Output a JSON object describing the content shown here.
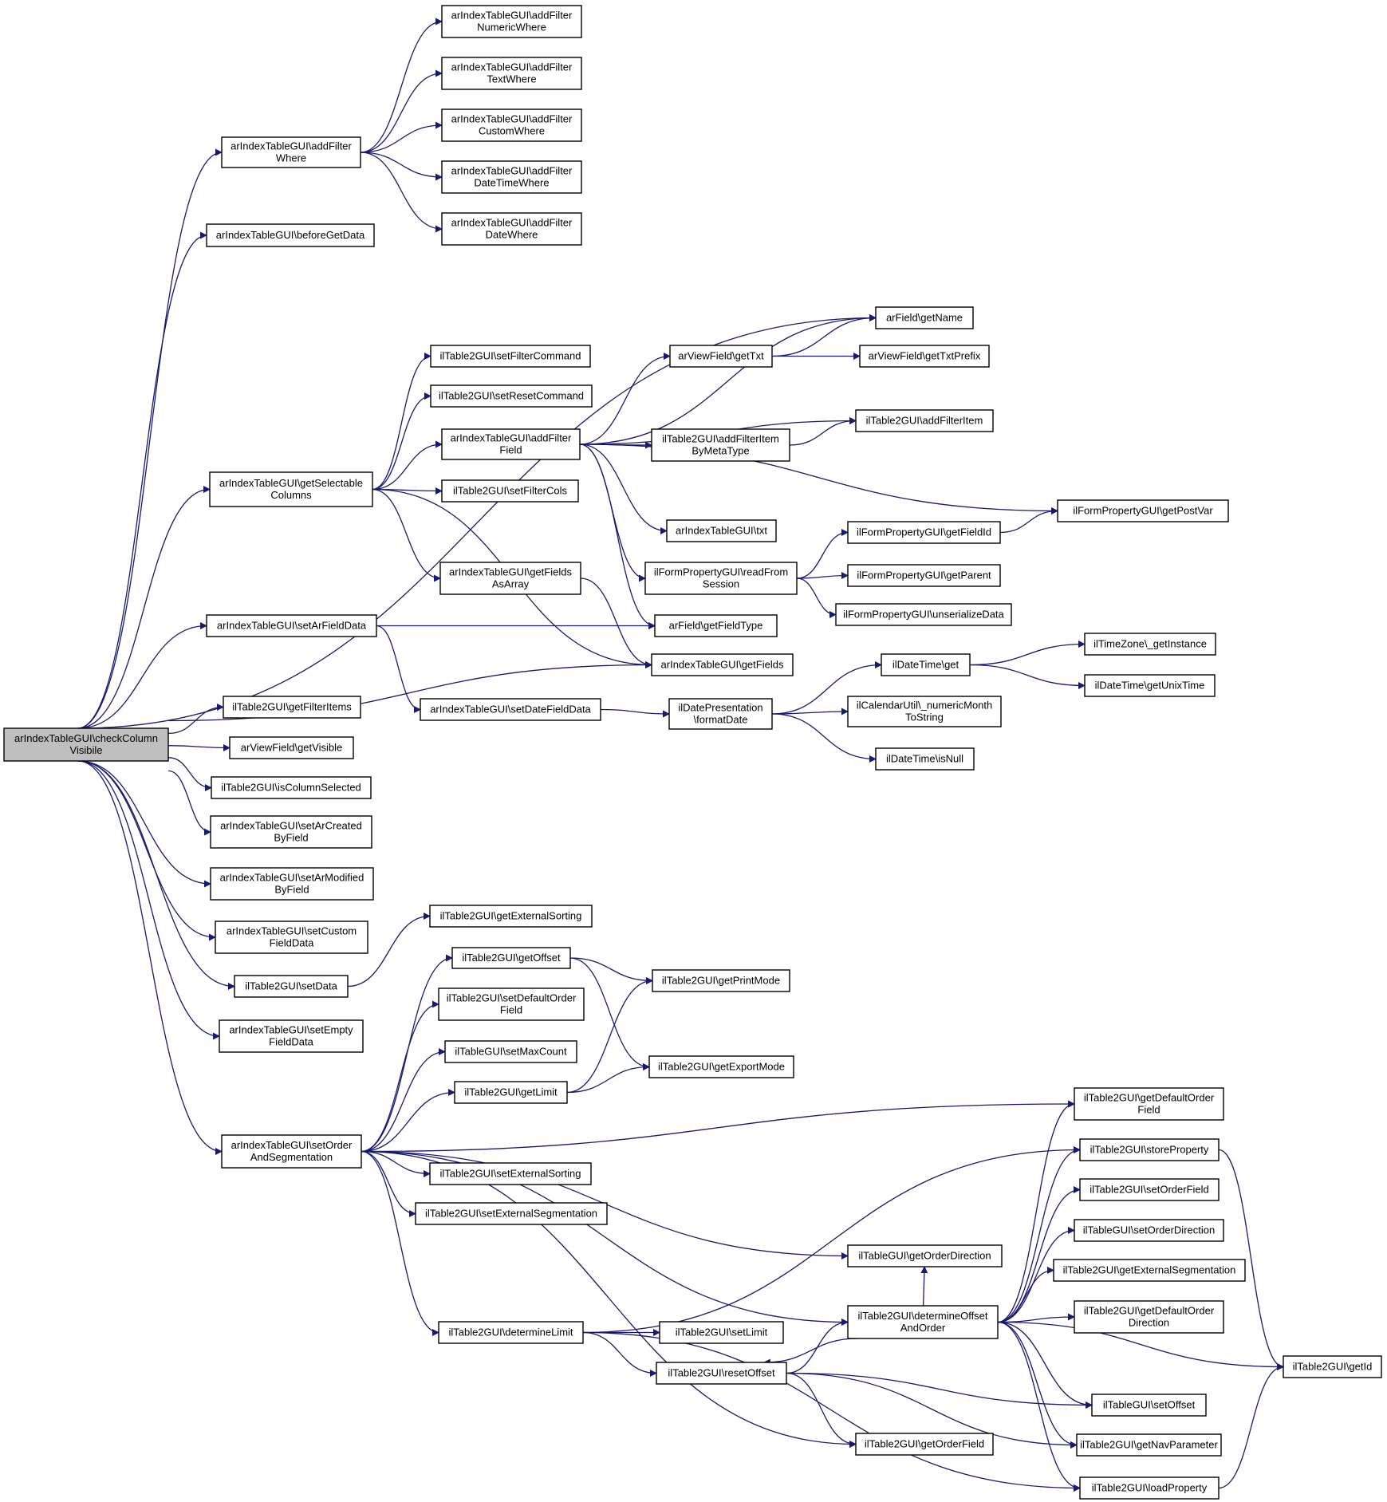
{
  "nodes": [
    {
      "id": "root",
      "lines": [
        "arIndexTableGUI\\checkColumn",
        "Visibile"
      ],
      "root": true
    },
    {
      "id": "addFilterWhere",
      "lines": [
        "arIndexTableGUI\\addFilter",
        "Where"
      ]
    },
    {
      "id": "beforeGetData",
      "lines": [
        "arIndexTableGUI\\beforeGetData"
      ]
    },
    {
      "id": "getSelectableColumns",
      "lines": [
        "arIndexTableGUI\\getSelectable",
        "Columns"
      ]
    },
    {
      "id": "setArFieldData",
      "lines": [
        "arIndexTableGUI\\setArFieldData"
      ]
    },
    {
      "id": "getFilterItems",
      "lines": [
        "ilTable2GUI\\getFilterItems"
      ]
    },
    {
      "id": "getVisible",
      "lines": [
        "arViewField\\getVisible"
      ]
    },
    {
      "id": "isColumnSelected",
      "lines": [
        "ilTable2GUI\\isColumnSelected"
      ]
    },
    {
      "id": "setArCreatedByField",
      "lines": [
        "arIndexTableGUI\\setArCreated",
        "ByField"
      ]
    },
    {
      "id": "setArModifiedByField",
      "lines": [
        "arIndexTableGUI\\setArModified",
        "ByField"
      ]
    },
    {
      "id": "setCustomFieldData",
      "lines": [
        "arIndexTableGUI\\setCustom",
        "FieldData"
      ]
    },
    {
      "id": "setData",
      "lines": [
        "ilTable2GUI\\setData"
      ]
    },
    {
      "id": "setEmptyFieldData",
      "lines": [
        "arIndexTableGUI\\setEmpty",
        "FieldData"
      ]
    },
    {
      "id": "setOrderAndSegmentation",
      "lines": [
        "arIndexTableGUI\\setOrder",
        "AndSegmentation"
      ]
    },
    {
      "id": "addFilterNumericWhere",
      "lines": [
        "arIndexTableGUI\\addFilter",
        "NumericWhere"
      ]
    },
    {
      "id": "addFilterTextWhere",
      "lines": [
        "arIndexTableGUI\\addFilter",
        "TextWhere"
      ]
    },
    {
      "id": "addFilterCustomWhere",
      "lines": [
        "arIndexTableGUI\\addFilter",
        "CustomWhere"
      ]
    },
    {
      "id": "addFilterDateTimeWhere",
      "lines": [
        "arIndexTableGUI\\addFilter",
        "DateTimeWhere"
      ]
    },
    {
      "id": "addFilterDateWhere",
      "lines": [
        "arIndexTableGUI\\addFilter",
        "DateWhere"
      ]
    },
    {
      "id": "setFilterCommand",
      "lines": [
        "ilTable2GUI\\setFilterCommand"
      ]
    },
    {
      "id": "setResetCommand",
      "lines": [
        "ilTable2GUI\\setResetCommand"
      ]
    },
    {
      "id": "addFilterField",
      "lines": [
        "arIndexTableGUI\\addFilter",
        "Field"
      ]
    },
    {
      "id": "setFilterCols",
      "lines": [
        "ilTable2GUI\\setFilterCols"
      ]
    },
    {
      "id": "getFieldsAsArray",
      "lines": [
        "arIndexTableGUI\\getFields",
        "AsArray"
      ]
    },
    {
      "id": "setDateFieldData",
      "lines": [
        "arIndexTableGUI\\setDateFieldData"
      ]
    },
    {
      "id": "getExternalSorting",
      "lines": [
        "ilTable2GUI\\getExternalSorting"
      ]
    },
    {
      "id": "getOffset",
      "lines": [
        "ilTable2GUI\\getOffset"
      ]
    },
    {
      "id": "setDefaultOrderField",
      "lines": [
        "ilTable2GUI\\setDefaultOrder",
        "Field"
      ]
    },
    {
      "id": "setMaxCount",
      "lines": [
        "ilTableGUI\\setMaxCount"
      ]
    },
    {
      "id": "getLimit",
      "lines": [
        "ilTable2GUI\\getLimit"
      ]
    },
    {
      "id": "setExternalSorting",
      "lines": [
        "ilTable2GUI\\setExternalSorting"
      ]
    },
    {
      "id": "setExternalSegmentation",
      "lines": [
        "ilTable2GUI\\setExternalSegmentation"
      ]
    },
    {
      "id": "determineLimit",
      "lines": [
        "ilTable2GUI\\determineLimit"
      ]
    },
    {
      "id": "getName",
      "lines": [
        "arField\\getName"
      ]
    },
    {
      "id": "getTxt",
      "lines": [
        "arViewField\\getTxt"
      ]
    },
    {
      "id": "addFilterItemByMetaType",
      "lines": [
        "ilTable2GUI\\addFilterItem",
        "ByMetaType"
      ]
    },
    {
      "id": "txt",
      "lines": [
        "arIndexTableGUI\\txt"
      ]
    },
    {
      "id": "readFromSession",
      "lines": [
        "ilFormPropertyGUI\\readFrom",
        "Session"
      ]
    },
    {
      "id": "getFieldType",
      "lines": [
        "arField\\getFieldType"
      ]
    },
    {
      "id": "getFields",
      "lines": [
        "arIndexTableGUI\\getFields"
      ]
    },
    {
      "id": "formatDate",
      "lines": [
        "ilDatePresentation",
        "\\formatDate"
      ]
    },
    {
      "id": "getPrintMode",
      "lines": [
        "ilTable2GUI\\getPrintMode"
      ]
    },
    {
      "id": "getExportMode",
      "lines": [
        "ilTable2GUI\\getExportMode"
      ]
    },
    {
      "id": "setLimit",
      "lines": [
        "ilTable2GUI\\setLimit"
      ]
    },
    {
      "id": "resetOffset",
      "lines": [
        "ilTable2GUI\\resetOffset"
      ]
    },
    {
      "id": "getTxtPrefix",
      "lines": [
        "arViewField\\getTxtPrefix"
      ]
    },
    {
      "id": "addFilterItem",
      "lines": [
        "ilTable2GUI\\addFilterItem"
      ]
    },
    {
      "id": "getFieldId",
      "lines": [
        "ilFormPropertyGUI\\getFieldId"
      ]
    },
    {
      "id": "getParent",
      "lines": [
        "ilFormPropertyGUI\\getParent"
      ]
    },
    {
      "id": "unserializeData",
      "lines": [
        "ilFormPropertyGUI\\unserializeData"
      ]
    },
    {
      "id": "dtGet",
      "lines": [
        "ilDateTime\\get"
      ]
    },
    {
      "id": "numericMonthToString",
      "lines": [
        "ilCalendarUtil\\_numericMonth",
        "ToString"
      ]
    },
    {
      "id": "isNull",
      "lines": [
        "ilDateTime\\isNull"
      ]
    },
    {
      "id": "getOrderDirection",
      "lines": [
        "ilTableGUI\\getOrderDirection"
      ]
    },
    {
      "id": "determineOffsetAndOrder",
      "lines": [
        "ilTable2GUI\\determineOffset",
        "AndOrder"
      ]
    },
    {
      "id": "getOrderField",
      "lines": [
        "ilTable2GUI\\getOrderField"
      ]
    },
    {
      "id": "getPostVar",
      "lines": [
        "ilFormPropertyGUI\\getPostVar"
      ]
    },
    {
      "id": "getInstance",
      "lines": [
        "ilTimeZone\\_getInstance"
      ]
    },
    {
      "id": "getUnixTime",
      "lines": [
        "ilDateTime\\getUnixTime"
      ]
    },
    {
      "id": "getDefaultOrderField",
      "lines": [
        "ilTable2GUI\\getDefaultOrder",
        "Field"
      ]
    },
    {
      "id": "storeProperty",
      "lines": [
        "ilTable2GUI\\storeProperty"
      ]
    },
    {
      "id": "setOrderField",
      "lines": [
        "ilTable2GUI\\setOrderField"
      ]
    },
    {
      "id": "setOrderDirection",
      "lines": [
        "ilTableGUI\\setOrderDirection"
      ]
    },
    {
      "id": "getExternalSegmentation",
      "lines": [
        "ilTable2GUI\\getExternalSegmentation"
      ]
    },
    {
      "id": "getDefaultOrderDirection",
      "lines": [
        "ilTable2GUI\\getDefaultOrder",
        "Direction"
      ]
    },
    {
      "id": "setOffset",
      "lines": [
        "ilTableGUI\\setOffset"
      ]
    },
    {
      "id": "getNavParameter",
      "lines": [
        "ilTable2GUI\\getNavParameter"
      ]
    },
    {
      "id": "loadProperty",
      "lines": [
        "ilTable2GUI\\loadProperty"
      ]
    },
    {
      "id": "getId",
      "lines": [
        "ilTable2GUI\\getId"
      ]
    }
  ],
  "edges": [
    [
      "root",
      "addFilterWhere"
    ],
    [
      "root",
      "beforeGetData"
    ],
    [
      "root",
      "getName"
    ],
    [
      "root",
      "getSelectableColumns"
    ],
    [
      "root",
      "setArFieldData"
    ],
    [
      "root",
      "getFields"
    ],
    [
      "root",
      "getFilterItems"
    ],
    [
      "root",
      "getVisible"
    ],
    [
      "root",
      "isColumnSelected"
    ],
    [
      "root",
      "setArCreatedByField"
    ],
    [
      "root",
      "setArModifiedByField"
    ],
    [
      "root",
      "setCustomFieldData"
    ],
    [
      "root",
      "setData"
    ],
    [
      "root",
      "setEmptyFieldData"
    ],
    [
      "root",
      "setOrderAndSegmentation"
    ],
    [
      "addFilterWhere",
      "addFilterNumericWhere"
    ],
    [
      "addFilterWhere",
      "addFilterTextWhere"
    ],
    [
      "addFilterWhere",
      "addFilterCustomWhere"
    ],
    [
      "addFilterWhere",
      "addFilterDateTimeWhere"
    ],
    [
      "addFilterWhere",
      "addFilterDateWhere"
    ],
    [
      "getSelectableColumns",
      "setFilterCommand"
    ],
    [
      "getSelectableColumns",
      "setResetCommand"
    ],
    [
      "getSelectableColumns",
      "addFilterField"
    ],
    [
      "getSelectableColumns",
      "setFilterCols"
    ],
    [
      "getSelectableColumns",
      "getFieldsAsArray"
    ],
    [
      "getSelectableColumns",
      "getFields"
    ],
    [
      "addFilterField",
      "getName"
    ],
    [
      "addFilterField",
      "getTxt"
    ],
    [
      "addFilterField",
      "addFilterItem"
    ],
    [
      "addFilterField",
      "addFilterItemByMetaType"
    ],
    [
      "addFilterField",
      "getPostVar"
    ],
    [
      "addFilterField",
      "txt"
    ],
    [
      "addFilterField",
      "readFromSession"
    ],
    [
      "addFilterField",
      "getFieldType"
    ],
    [
      "getTxt",
      "getName"
    ],
    [
      "getTxt",
      "getTxtPrefix"
    ],
    [
      "addFilterItemByMetaType",
      "addFilterItem"
    ],
    [
      "readFromSession",
      "getFieldId"
    ],
    [
      "readFromSession",
      "getParent"
    ],
    [
      "readFromSession",
      "unserializeData"
    ],
    [
      "getFieldId",
      "getPostVar"
    ],
    [
      "getFieldsAsArray",
      "getFields"
    ],
    [
      "setArFieldData",
      "getFieldType"
    ],
    [
      "setArFieldData",
      "setDateFieldData"
    ],
    [
      "setDateFieldData",
      "formatDate"
    ],
    [
      "formatDate",
      "dtGet"
    ],
    [
      "formatDate",
      "numericMonthToString"
    ],
    [
      "formatDate",
      "isNull"
    ],
    [
      "dtGet",
      "getInstance"
    ],
    [
      "dtGet",
      "getUnixTime"
    ],
    [
      "setData",
      "getExternalSorting"
    ],
    [
      "setOrderAndSegmentation",
      "getOffset"
    ],
    [
      "setOrderAndSegmentation",
      "setDefaultOrderField"
    ],
    [
      "setOrderAndSegmentation",
      "setMaxCount"
    ],
    [
      "setOrderAndSegmentation",
      "getLimit"
    ],
    [
      "setOrderAndSegmentation",
      "getDefaultOrderField"
    ],
    [
      "setOrderAndSegmentation",
      "setExternalSorting"
    ],
    [
      "setOrderAndSegmentation",
      "setExternalSegmentation"
    ],
    [
      "setOrderAndSegmentation",
      "getOrderDirection"
    ],
    [
      "setOrderAndSegmentation",
      "determineOffsetAndOrder"
    ],
    [
      "setOrderAndSegmentation",
      "determineLimit"
    ],
    [
      "setOrderAndSegmentation",
      "getOrderField"
    ],
    [
      "getOffset",
      "getPrintMode"
    ],
    [
      "getOffset",
      "getExportMode"
    ],
    [
      "getLimit",
      "getPrintMode"
    ],
    [
      "getLimit",
      "getExportMode"
    ],
    [
      "determineLimit",
      "storeProperty"
    ],
    [
      "determineLimit",
      "setLimit"
    ],
    [
      "determineLimit",
      "resetOffset"
    ],
    [
      "determineLimit",
      "loadProperty"
    ],
    [
      "resetOffset",
      "determineOffsetAndOrder"
    ],
    [
      "resetOffset",
      "setOffset"
    ],
    [
      "resetOffset",
      "getNavParameter"
    ],
    [
      "resetOffset",
      "getOrderField"
    ],
    [
      "determineOffsetAndOrder",
      "getOrderDirection"
    ],
    [
      "determineOffsetAndOrder",
      "resetOffset"
    ],
    [
      "determineOffsetAndOrder",
      "getDefaultOrderField"
    ],
    [
      "determineOffsetAndOrder",
      "storeProperty"
    ],
    [
      "determineOffsetAndOrder",
      "setOrderField"
    ],
    [
      "determineOffsetAndOrder",
      "setOrderDirection"
    ],
    [
      "determineOffsetAndOrder",
      "getExternalSegmentation"
    ],
    [
      "determineOffsetAndOrder",
      "getDefaultOrderDirection"
    ],
    [
      "determineOffsetAndOrder",
      "getId"
    ],
    [
      "determineOffsetAndOrder",
      "setOffset"
    ],
    [
      "determineOffsetAndOrder",
      "getNavParameter"
    ],
    [
      "determineOffsetAndOrder",
      "loadProperty"
    ],
    [
      "storeProperty",
      "getId"
    ],
    [
      "loadProperty",
      "getId"
    ]
  ],
  "colors": {
    "edge": "#191970",
    "node_border": "#000000",
    "root_fill": "#bfbfbf",
    "node_fill": "#ffffff"
  }
}
